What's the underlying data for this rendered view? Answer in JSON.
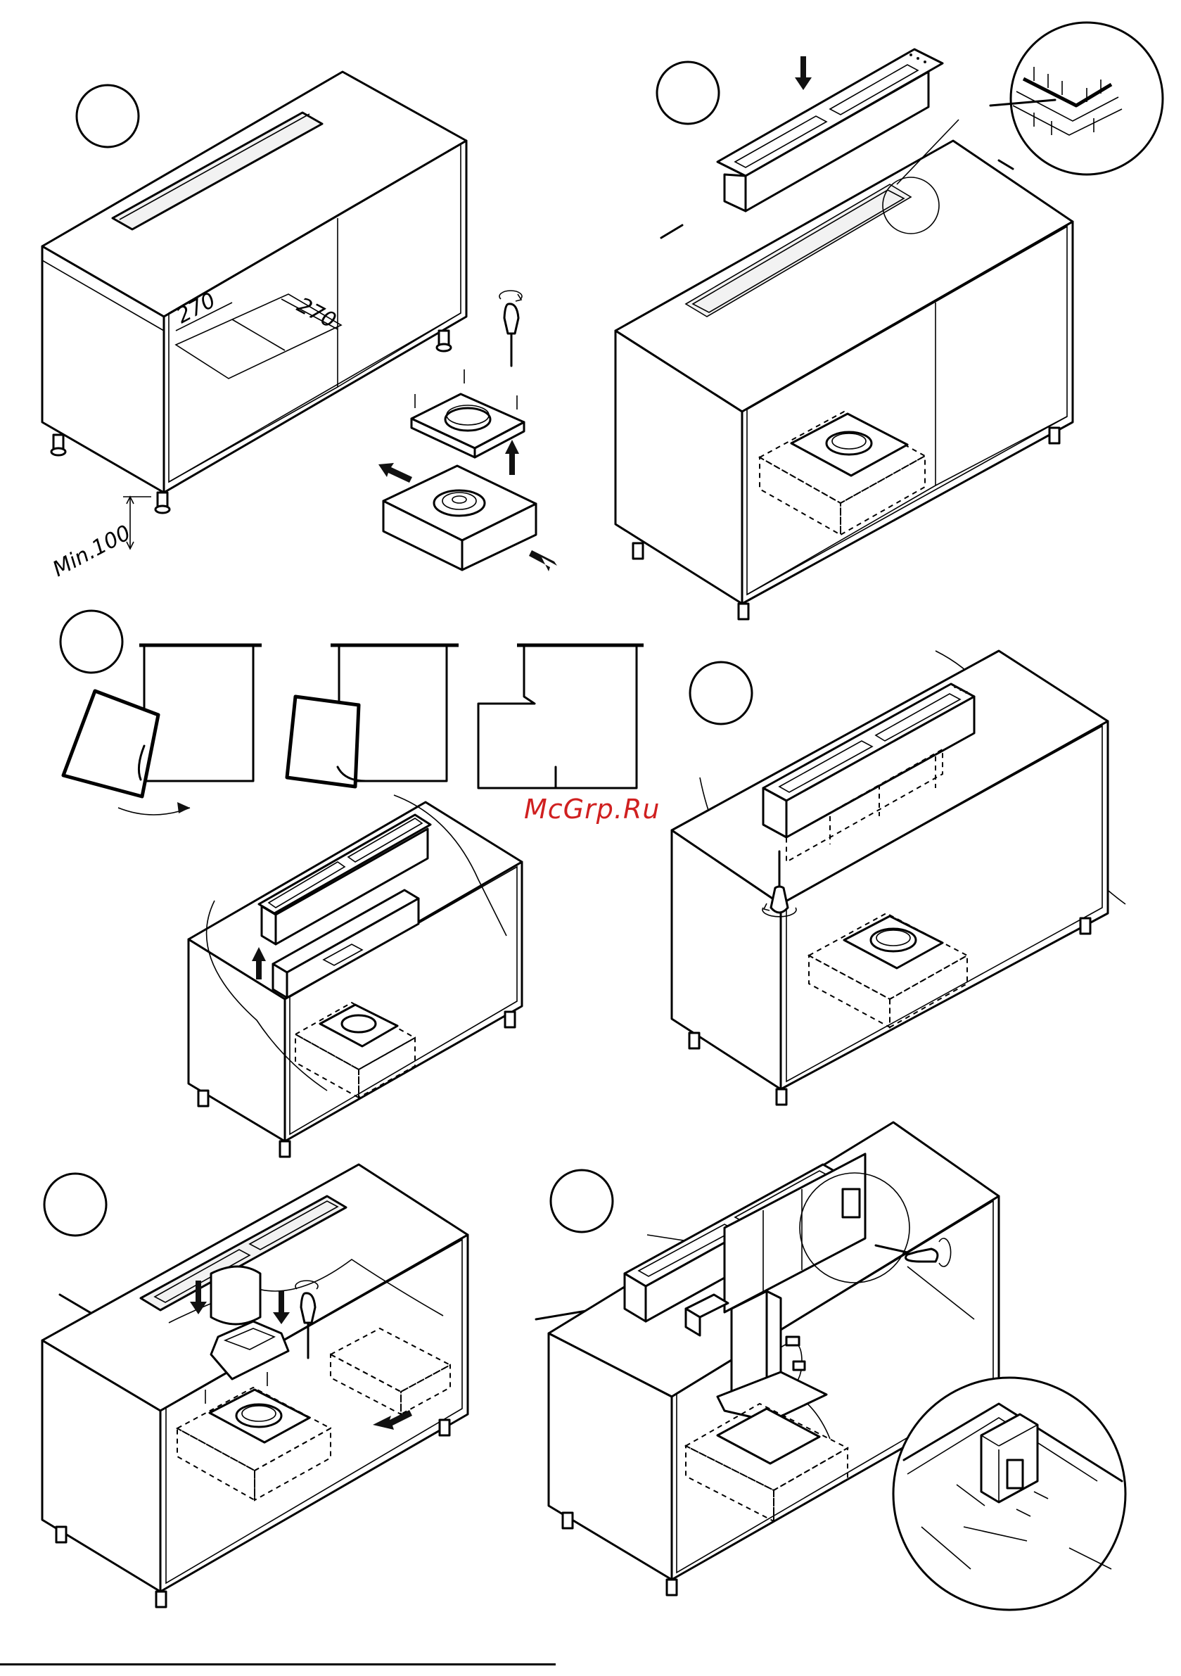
{
  "labels": {
    "dim_left": "270",
    "dim_right": "270",
    "min_clearance": "Min.100"
  },
  "watermark": "McGrp.Ru",
  "colors": {
    "line": "#000000",
    "watermark": "#d02020",
    "background": "#ffffff"
  },
  "steps": [
    {
      "number": "",
      "icon": "step-circle"
    },
    {
      "number": "",
      "icon": "step-circle"
    },
    {
      "number": "",
      "icon": "step-circle"
    },
    {
      "number": "",
      "icon": "step-circle"
    },
    {
      "number": "",
      "icon": "step-circle"
    },
    {
      "number": "",
      "icon": "step-circle"
    }
  ]
}
